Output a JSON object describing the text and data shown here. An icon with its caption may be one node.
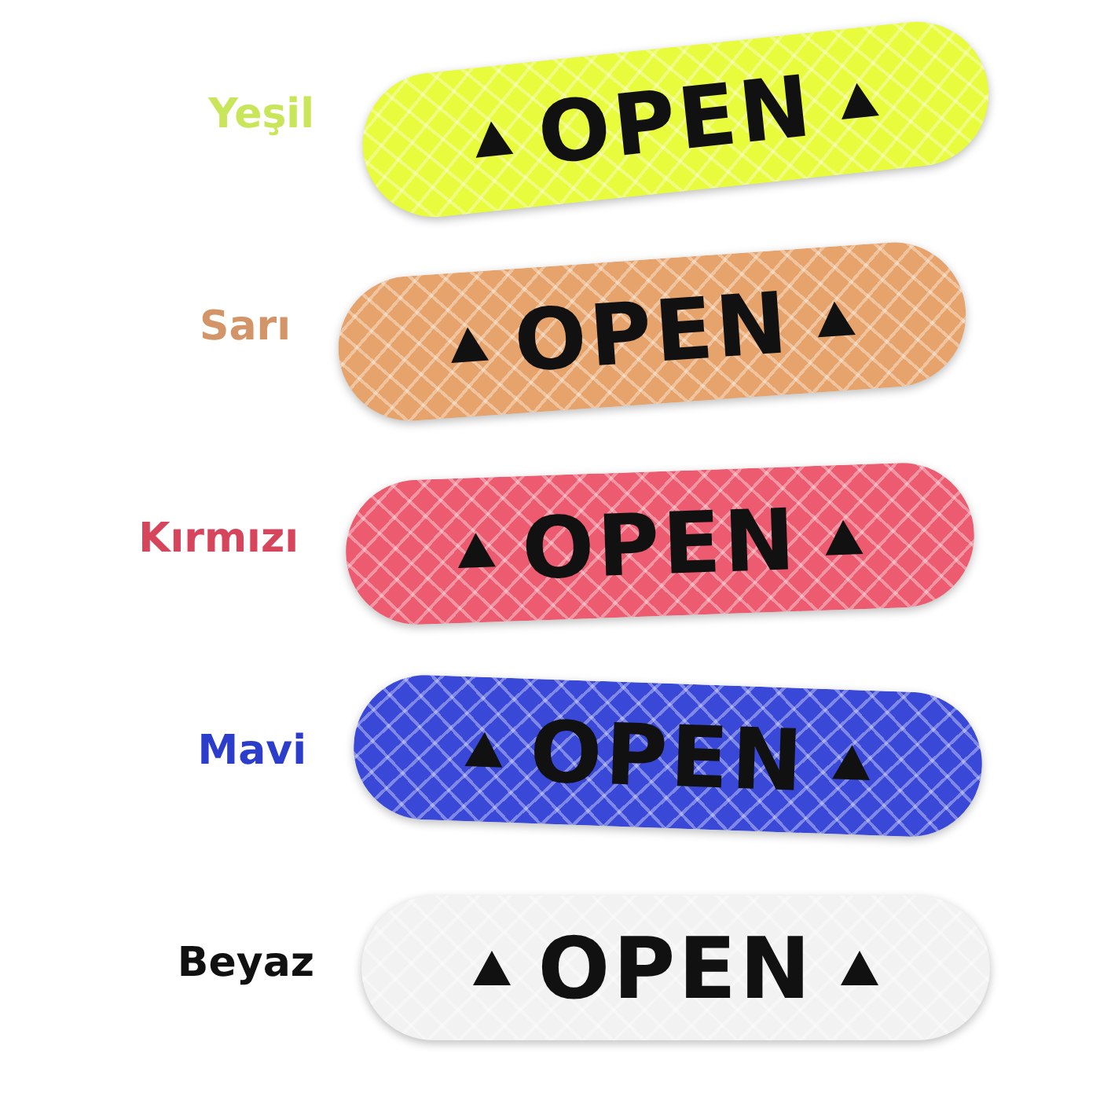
{
  "diagram": {
    "nodes": [
      {
        "text": [
          "OPEN"
        ],
        "beside": [
          "Yeşil"
        ]
      },
      {
        "text": [
          "OPEN"
        ],
        "beside": [
          "Sarı"
        ]
      },
      {
        "text": [
          "OPEN"
        ],
        "beside": [
          "Kırmızı"
        ]
      },
      {
        "text": [
          "OPEN"
        ],
        "beside": [
          "Mavi"
        ]
      },
      {
        "text": [
          "OPEN"
        ],
        "beside": [
          "Beyaz"
        ]
      }
    ]
  }
}
